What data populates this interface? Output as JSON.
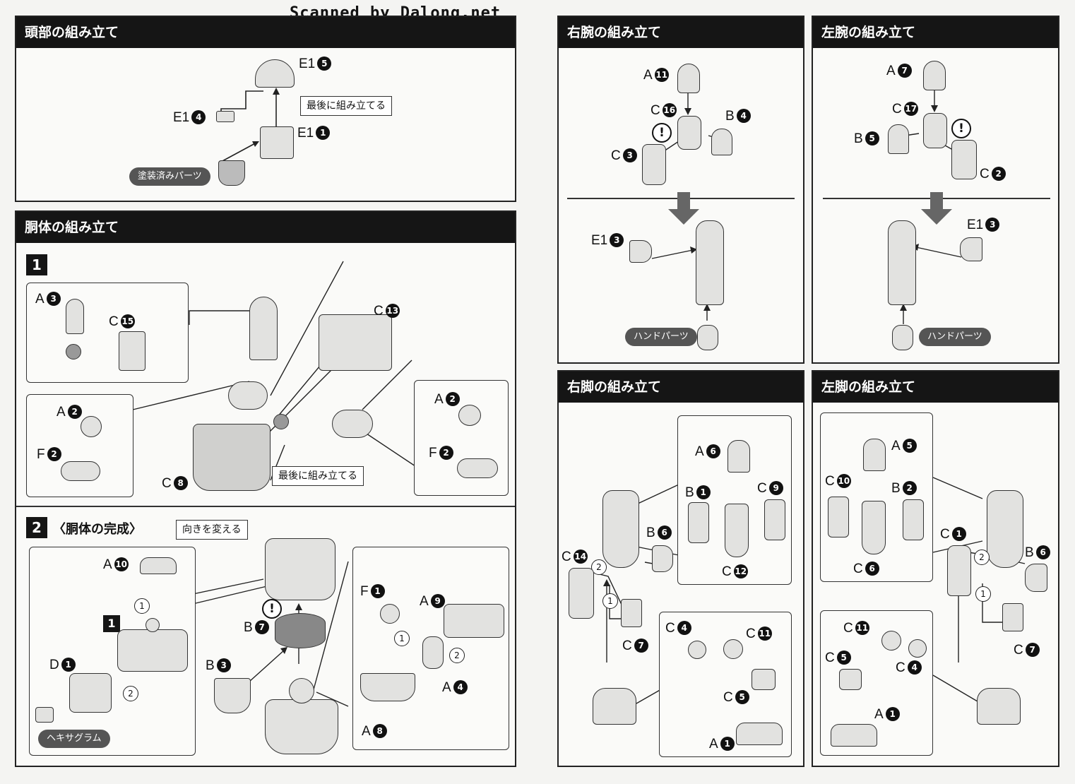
{
  "watermark": "Scanned by Dalong.net",
  "head": {
    "title": "頭部の組み立て",
    "labels": [
      {
        "p": "E1",
        "n": "5"
      },
      {
        "p": "E1",
        "n": "4"
      },
      {
        "p": "E1",
        "n": "1"
      }
    ],
    "note": "最後に組み立てる",
    "tag": "塗装済みパーツ"
  },
  "torso": {
    "title": "胴体の組み立て",
    "step1": {
      "no": "1",
      "labels": [
        {
          "p": "A",
          "n": "3"
        },
        {
          "p": "C",
          "n": "15"
        },
        {
          "p": "A",
          "n": "2"
        },
        {
          "p": "F",
          "n": "2"
        },
        {
          "p": "C",
          "n": "8"
        },
        {
          "p": "C",
          "n": "13"
        },
        {
          "p": "A",
          "n": "2"
        },
        {
          "p": "F",
          "n": "2"
        }
      ],
      "note": "最後に組み立てる"
    },
    "step2": {
      "no": "2",
      "title": "〈胴体の完成〉",
      "note": "向きを変える",
      "labels": [
        {
          "p": "A",
          "n": "10"
        },
        {
          "p": "D",
          "n": "1"
        },
        {
          "p": "B",
          "n": "7"
        },
        {
          "p": "B",
          "n": "3"
        },
        {
          "p": "F",
          "n": "1"
        },
        {
          "p": "A",
          "n": "9"
        },
        {
          "p": "A",
          "n": "4"
        },
        {
          "p": "A",
          "n": "8"
        }
      ],
      "tag": "ヘキサグラム",
      "step_ref": "1",
      "order": [
        "1",
        "2",
        "1",
        "2"
      ]
    }
  },
  "right_arm": {
    "title": "右腕の組み立て",
    "labels": [
      {
        "p": "A",
        "n": "11"
      },
      {
        "p": "C",
        "n": "16"
      },
      {
        "p": "B",
        "n": "4"
      },
      {
        "p": "C",
        "n": "3"
      },
      {
        "p": "E1",
        "n": "3"
      }
    ],
    "tag": "ハンドパーツ"
  },
  "left_arm": {
    "title": "左腕の組み立て",
    "labels": [
      {
        "p": "A",
        "n": "7"
      },
      {
        "p": "C",
        "n": "17"
      },
      {
        "p": "B",
        "n": "5"
      },
      {
        "p": "C",
        "n": "2"
      },
      {
        "p": "E1",
        "n": "3"
      }
    ],
    "tag": "ハンドパーツ"
  },
  "right_leg": {
    "title": "右脚の組み立て",
    "labels": [
      {
        "p": "A",
        "n": "6"
      },
      {
        "p": "B",
        "n": "1"
      },
      {
        "p": "C",
        "n": "9"
      },
      {
        "p": "C",
        "n": "12"
      },
      {
        "p": "B",
        "n": "6"
      },
      {
        "p": "C",
        "n": "14"
      },
      {
        "p": "C",
        "n": "7"
      },
      {
        "p": "C",
        "n": "4"
      },
      {
        "p": "C",
        "n": "11"
      },
      {
        "p": "C",
        "n": "5"
      },
      {
        "p": "A",
        "n": "1"
      }
    ],
    "order": [
      "2",
      "1"
    ]
  },
  "left_leg": {
    "title": "左脚の組み立て",
    "labels": [
      {
        "p": "A",
        "n": "5"
      },
      {
        "p": "C",
        "n": "10"
      },
      {
        "p": "B",
        "n": "2"
      },
      {
        "p": "C",
        "n": "6"
      },
      {
        "p": "C",
        "n": "1"
      },
      {
        "p": "B",
        "n": "6"
      },
      {
        "p": "C",
        "n": "7"
      },
      {
        "p": "C",
        "n": "11"
      },
      {
        "p": "C",
        "n": "5"
      },
      {
        "p": "C",
        "n": "4"
      },
      {
        "p": "A",
        "n": "1"
      }
    ],
    "order": [
      "2",
      "1"
    ]
  },
  "warn_symbol": "!"
}
